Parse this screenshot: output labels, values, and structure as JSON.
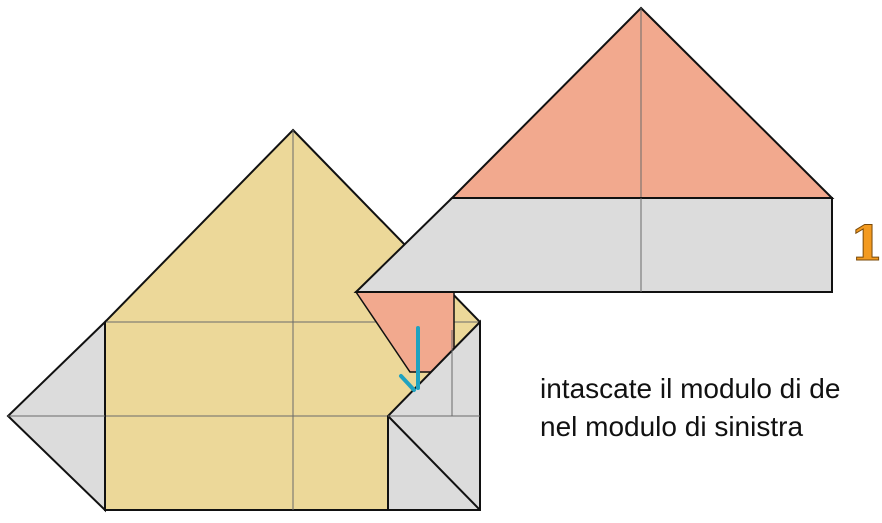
{
  "step": {
    "number": "1"
  },
  "instruction": {
    "line1": "intascate il modulo di de",
    "line2": "nel modulo di sinistra"
  },
  "colors": {
    "paper_yellow": "#ecd899",
    "paper_salmon": "#f2a98e",
    "paper_grey": "#dcdcdc",
    "outline": "#111111",
    "crease": "#6a6a6a",
    "arrow": "#1fa2c0",
    "step_number": "#f39a1f"
  },
  "icons": {
    "insert_arrow": "down-arrow-icon"
  }
}
